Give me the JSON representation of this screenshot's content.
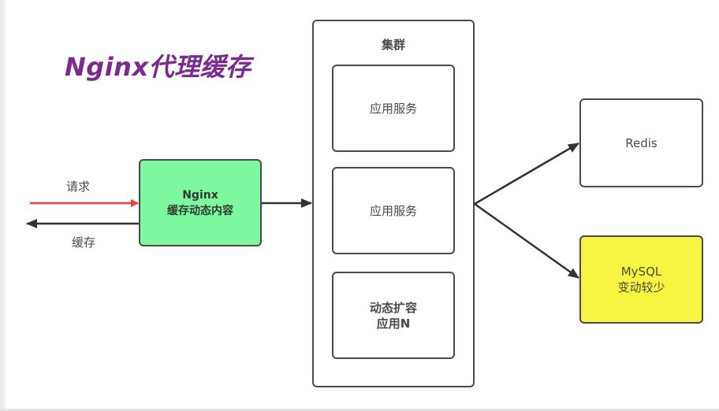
{
  "title": "Nginx代理缓存",
  "labels": {
    "request": "请求",
    "cache": "缓存"
  },
  "nodes": {
    "nginx": {
      "line1": "Nginx",
      "line2": "缓存动态内容",
      "color": "#7ef7a1"
    },
    "cluster": {
      "label": "集群"
    },
    "app1": {
      "label": "应用服务"
    },
    "app2": {
      "label": "应用服务"
    },
    "app3": {
      "line1": "动态扩容",
      "line2": "应用N"
    },
    "redis": {
      "label": "Redis"
    },
    "mysql": {
      "line1": "MySQL",
      "line2": "变动较少",
      "color": "#f7f542"
    }
  },
  "colors": {
    "title": "#7b2a8f",
    "request_arrow": "#e8413a",
    "edge": "#333333"
  },
  "edges": [
    {
      "from": "client",
      "to": "nginx",
      "label": "请求"
    },
    {
      "from": "nginx",
      "to": "client",
      "label": "缓存"
    },
    {
      "from": "nginx",
      "to": "cluster"
    },
    {
      "from": "cluster",
      "to": "redis"
    },
    {
      "from": "cluster",
      "to": "mysql"
    }
  ]
}
